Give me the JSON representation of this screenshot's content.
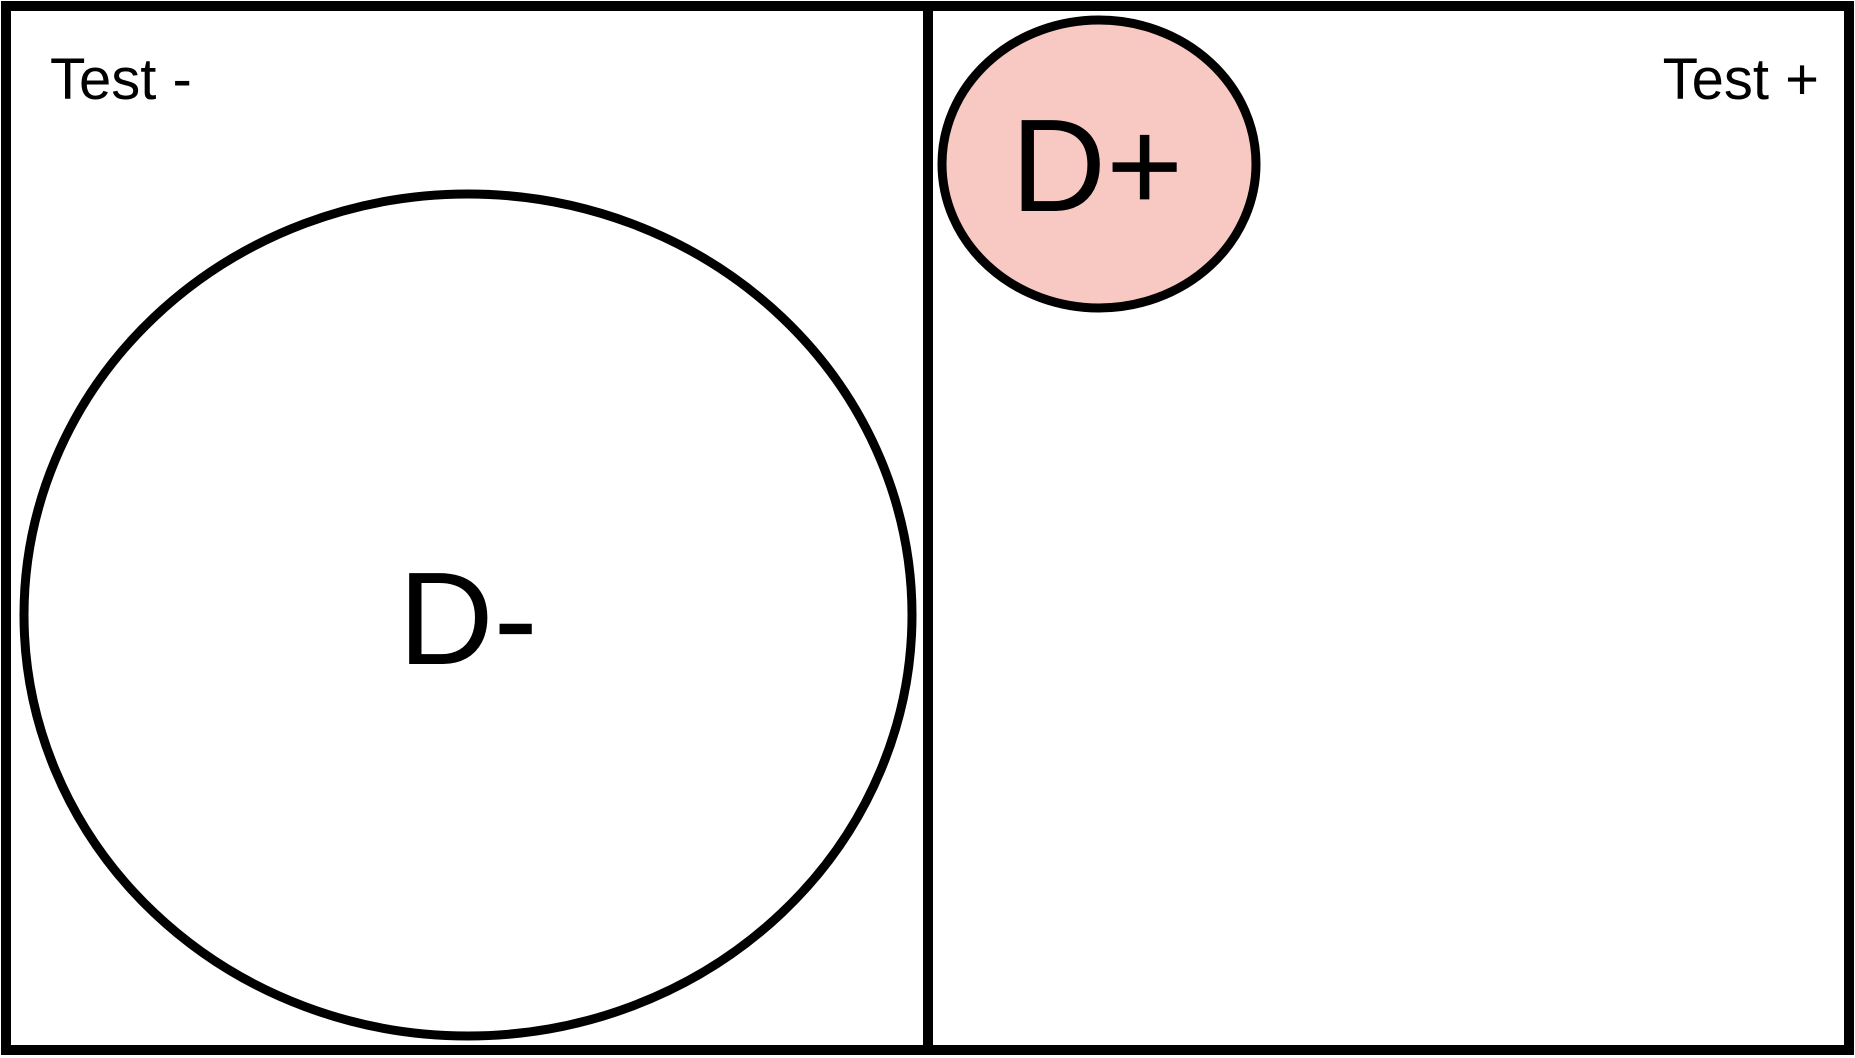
{
  "labels": {
    "test_negative": "Test -",
    "test_positive": "Test +",
    "disease_negative": "D-",
    "disease_positive": "D+"
  },
  "colors": {
    "stroke": "#000000",
    "background": "#ffffff",
    "disease_positive_fill": "#f7c9c2",
    "disease_negative_fill": "#ffffff"
  }
}
